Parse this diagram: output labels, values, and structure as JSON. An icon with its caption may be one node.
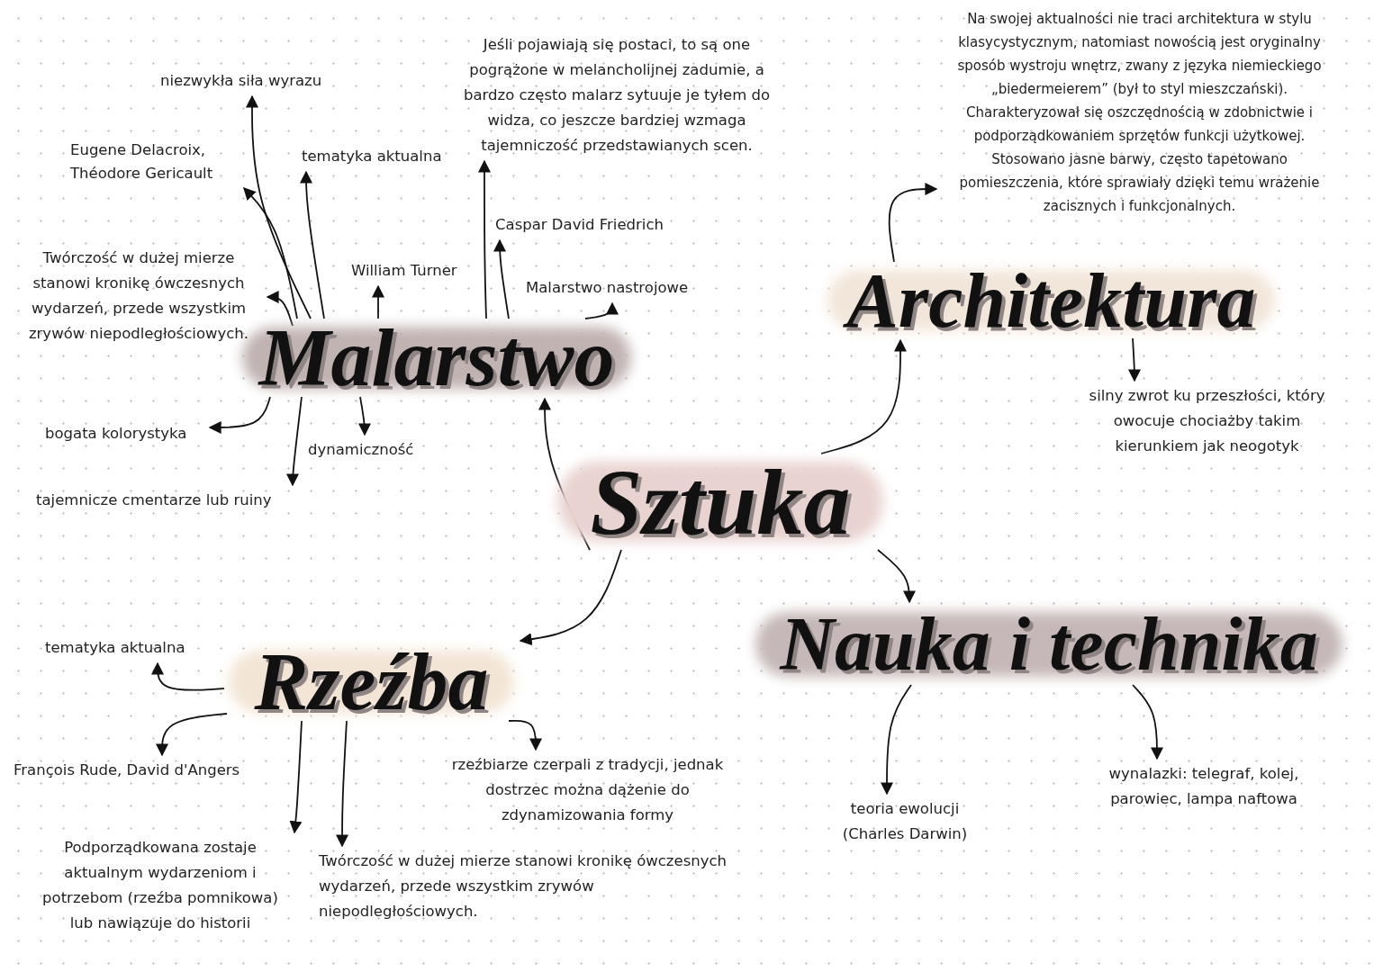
{
  "diagram": {
    "nodes": [
      {
        "text": [
          "Sztuka"
        ]
      },
      {
        "text": [
          "Malarstwo"
        ]
      },
      {
        "text": [
          "Architektura"
        ]
      },
      {
        "text": [
          "Rzeźba"
        ]
      },
      {
        "text": [
          "Nauka i technika"
        ]
      },
      {
        "text": [
          "niezwykła siła wyrazu"
        ]
      },
      {
        "text": [
          "Eugene Delacroix, Théodore Gericault"
        ]
      },
      {
        "text": [
          "tematyka aktualna"
        ]
      },
      {
        "text": [
          "Jeśli pojawiają się postaci, to są one pogrążone w melancholijnej zadumie, a bardzo często malarz sytuuje je tyłem do widza, co jeszcze bardziej wzmaga tajemniczość przedstawianych scen."
        ]
      },
      {
        "text": [
          "Twórczość w dużej mierze stanowi kronikę ówczesnych wydarzeń, przede wszystkim zrywów niepodległościowych."
        ]
      },
      {
        "text": [
          "William Turner"
        ]
      },
      {
        "text": [
          "Caspar David Friedrich"
        ]
      },
      {
        "text": [
          "Malarstwo nastrojowe"
        ]
      },
      {
        "text": [
          "bogata kolorystyka"
        ]
      },
      {
        "text": [
          "dynamiczność"
        ]
      },
      {
        "text": [
          "tajemnicze cmentarze lub ruiny"
        ]
      },
      {
        "text": [
          "Na swojej aktualności nie traci architektura w stylu klasycystycznym, natomiast nowością jest oryginalny sposób wystroju wnętrz, zwany z języka niemieckiego „biedermeierem” (był to styl mieszczański). Charakteryzował się oszczędnością w zdobnictwie i podporządkowaniem sprzętów funkcji użytkowej. Stosowano jasne barwy, często tapetowano pomieszczenia, które sprawiały dzięki temu wrażenie zacisznych i funkcjonalnych."
        ]
      },
      {
        "text": [
          "silny zwrot ku przeszłości, który owocuje chociażby takim kierunkiem jak neogotyk"
        ]
      },
      {
        "text": [
          "tematyka aktualna"
        ]
      },
      {
        "text": [
          "François Rude, David d'Angers"
        ]
      },
      {
        "text": [
          "rzeźbiarze czerpali z tradycji, jednak dostrzec można dążenie do zdynamizowania formy"
        ]
      },
      {
        "text": [
          "Podporządkowana zostaje aktualnym wydarzeniom i potrzebom (rzeźba pomnikowa) lub nawiązuje do historii"
        ]
      },
      {
        "text": [
          "Twórczość w dużej mierze stanowi kronikę ówczesnych wydarzeń, przede wszystkim zrywów niepodległościowych."
        ]
      },
      {
        "text": [
          "teoria ewolucji (Charles Darwin)"
        ]
      },
      {
        "text": [
          "wynalazki: telegraf, kolej, parowiec, lampa naftowa"
        ]
      }
    ],
    "edges": [
      {
        "from": 0,
        "to": 1,
        "arrow": "to"
      },
      {
        "from": 0,
        "to": 2,
        "arrow": "to"
      },
      {
        "from": 0,
        "to": 3,
        "arrow": "to"
      },
      {
        "from": 0,
        "to": 4,
        "arrow": "to"
      },
      {
        "from": 1,
        "to": 5,
        "arrow": "to"
      },
      {
        "from": 1,
        "to": 6,
        "arrow": "to"
      },
      {
        "from": 1,
        "to": 7,
        "arrow": "to"
      },
      {
        "from": 1,
        "to": 8,
        "arrow": "to"
      },
      {
        "from": 1,
        "to": 9,
        "arrow": "to"
      },
      {
        "from": 1,
        "to": 10,
        "arrow": "to"
      },
      {
        "from": 1,
        "to": 11,
        "arrow": "to"
      },
      {
        "from": 1,
        "to": 12,
        "arrow": "to"
      },
      {
        "from": 1,
        "to": 13,
        "arrow": "to"
      },
      {
        "from": 1,
        "to": 14,
        "arrow": "to"
      },
      {
        "from": 1,
        "to": 15,
        "arrow": "to"
      },
      {
        "from": 2,
        "to": 16,
        "arrow": "to"
      },
      {
        "from": 2,
        "to": 17,
        "arrow": "to"
      },
      {
        "from": 3,
        "to": 18,
        "arrow": "to"
      },
      {
        "from": 3,
        "to": 19,
        "arrow": "to"
      },
      {
        "from": 3,
        "to": 20,
        "arrow": "to"
      },
      {
        "from": 3,
        "to": 21,
        "arrow": "to"
      },
      {
        "from": 3,
        "to": 22,
        "arrow": "to"
      },
      {
        "from": 4,
        "to": 23,
        "arrow": "to"
      },
      {
        "from": 4,
        "to": 24,
        "arrow": "to"
      }
    ]
  }
}
